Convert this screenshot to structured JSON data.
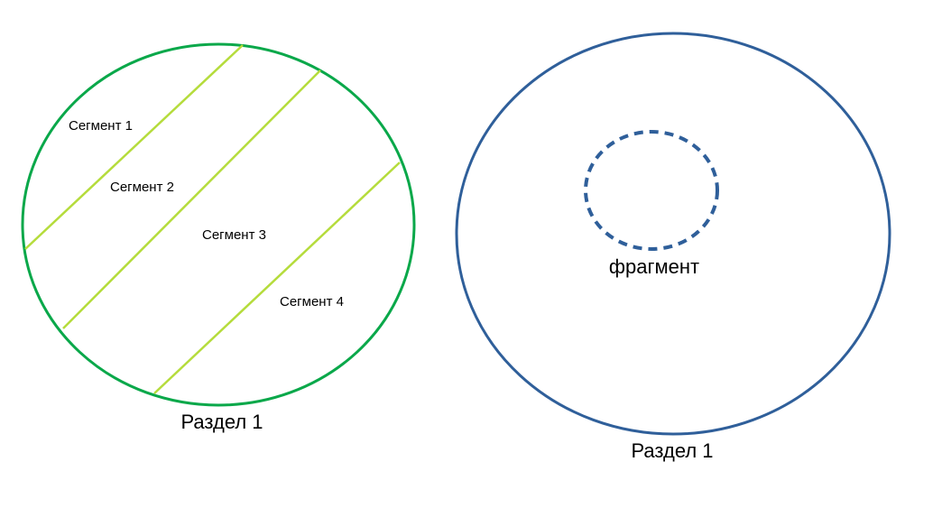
{
  "colors": {
    "left_circle": "#0aa84a",
    "segment_lines": "#b5dc3c",
    "right_circle": "#2f5f9a",
    "fragment_circle": "#2f5f9a",
    "background": "#ffffff"
  },
  "left_diagram": {
    "segments": [
      {
        "label": "Сегмент 1"
      },
      {
        "label": "Сегмент 2"
      },
      {
        "label": "Сегмент 3"
      },
      {
        "label": "Сегмент 4"
      }
    ],
    "caption": "Раздел 1"
  },
  "right_diagram": {
    "fragment_label": "фрагмент",
    "caption": "Раздел 1"
  }
}
